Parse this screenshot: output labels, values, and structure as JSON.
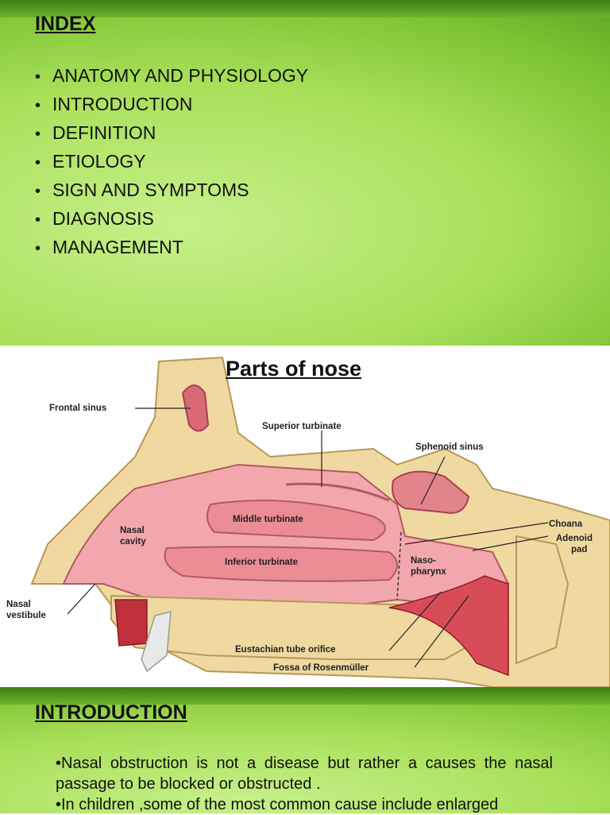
{
  "slide1": {
    "title": "INDEX",
    "items": [
      {
        "label": "ANATOMY AND PHYSIOLOGY"
      },
      {
        "label": "INTRODUCTION"
      },
      {
        "label": "DEFINITION"
      },
      {
        "label": "ETIOLOGY"
      },
      {
        "label": "SIGN AND SYMPTOMS"
      },
      {
        "label": "DIAGNOSIS"
      },
      {
        "label": "MANAGEMENT"
      }
    ],
    "bullet": "•"
  },
  "diagram": {
    "title": "Parts of nose",
    "labels": {
      "frontal_sinus": "Frontal sinus",
      "superior_turbinate": "Superior turbinate",
      "sphenoid_sinus": "Sphenoid sinus",
      "middle_turbinate": "Middle turbinate",
      "nasal_cavity_1": "Nasal",
      "nasal_cavity_2": "cavity",
      "choana": "Choana",
      "adenoid_1": "Adenoid",
      "adenoid_2": "pad",
      "inferior_turbinate": "Inferior turbinate",
      "nasopharynx_1": "Naso-",
      "nasopharynx_2": "pharynx",
      "nasal_vestibule_1": "Nasal",
      "nasal_vestibule_2": "vestibule",
      "eustachian": "Eustachian tube orifice",
      "fossa": "Fossa of Rosenmüller"
    }
  },
  "slide2": {
    "title": "INTRODUCTION",
    "paragraphs": [
      "•Nasal obstruction is not a disease but rather a causes the nasal passage to be blocked or obstructed .",
      "•In children ,some of the most common cause include enlarged"
    ]
  }
}
